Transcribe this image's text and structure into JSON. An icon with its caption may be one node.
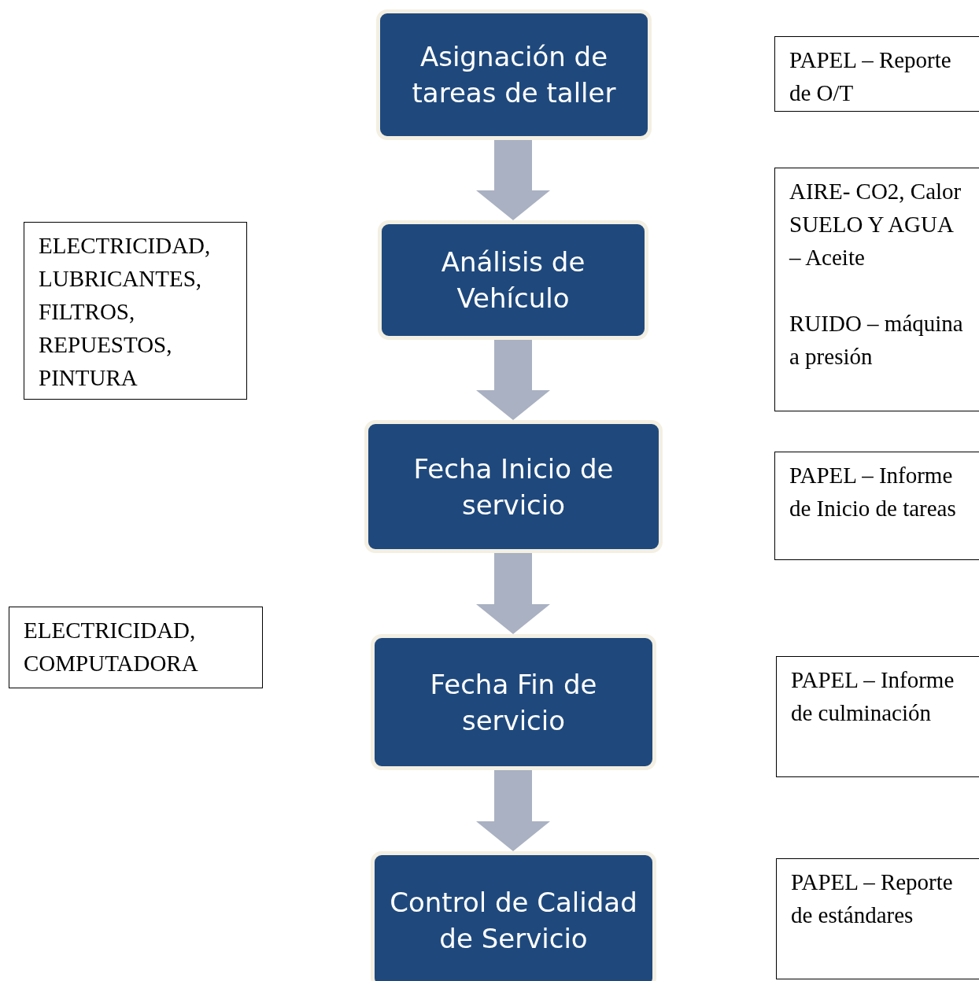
{
  "diagram": {
    "nodes": [
      {
        "text": [
          "Asignación de tareas de taller"
        ]
      },
      {
        "text": [
          "Análisis de Vehículo"
        ]
      },
      {
        "text": [
          "Fecha Inicio de servicio"
        ]
      },
      {
        "text": [
          "Fecha Fin de servicio"
        ]
      },
      {
        "text": [
          "Control de Calidad de Servicio"
        ]
      },
      {
        "text": [
          "PAPEL – Reporte de O/T"
        ]
      },
      {
        "text": [
          "ELECTRICIDAD, LUBRICANTES, FILTROS, REPUESTOS, PINTURA"
        ]
      },
      {
        "text": [
          "AIRE- CO2, Calor SUELO Y AGUA – Aceite",
          "RUIDO – máquina a presión"
        ]
      },
      {
        "text": [
          "PAPEL – Informe de Inicio de tareas"
        ]
      },
      {
        "text": [
          "ELECTRICIDAD, COMPUTADORA"
        ]
      },
      {
        "text": [
          "PAPEL – Informe de culminación"
        ]
      },
      {
        "text": [
          "PAPEL – Reporte de estándares"
        ]
      }
    ],
    "edges": [
      {
        "from": 0,
        "to": 1,
        "arrow": "to"
      },
      {
        "from": 1,
        "to": 2,
        "arrow": "to"
      },
      {
        "from": 2,
        "to": 3,
        "arrow": "to"
      },
      {
        "from": 3,
        "to": 4,
        "arrow": "to"
      }
    ]
  }
}
